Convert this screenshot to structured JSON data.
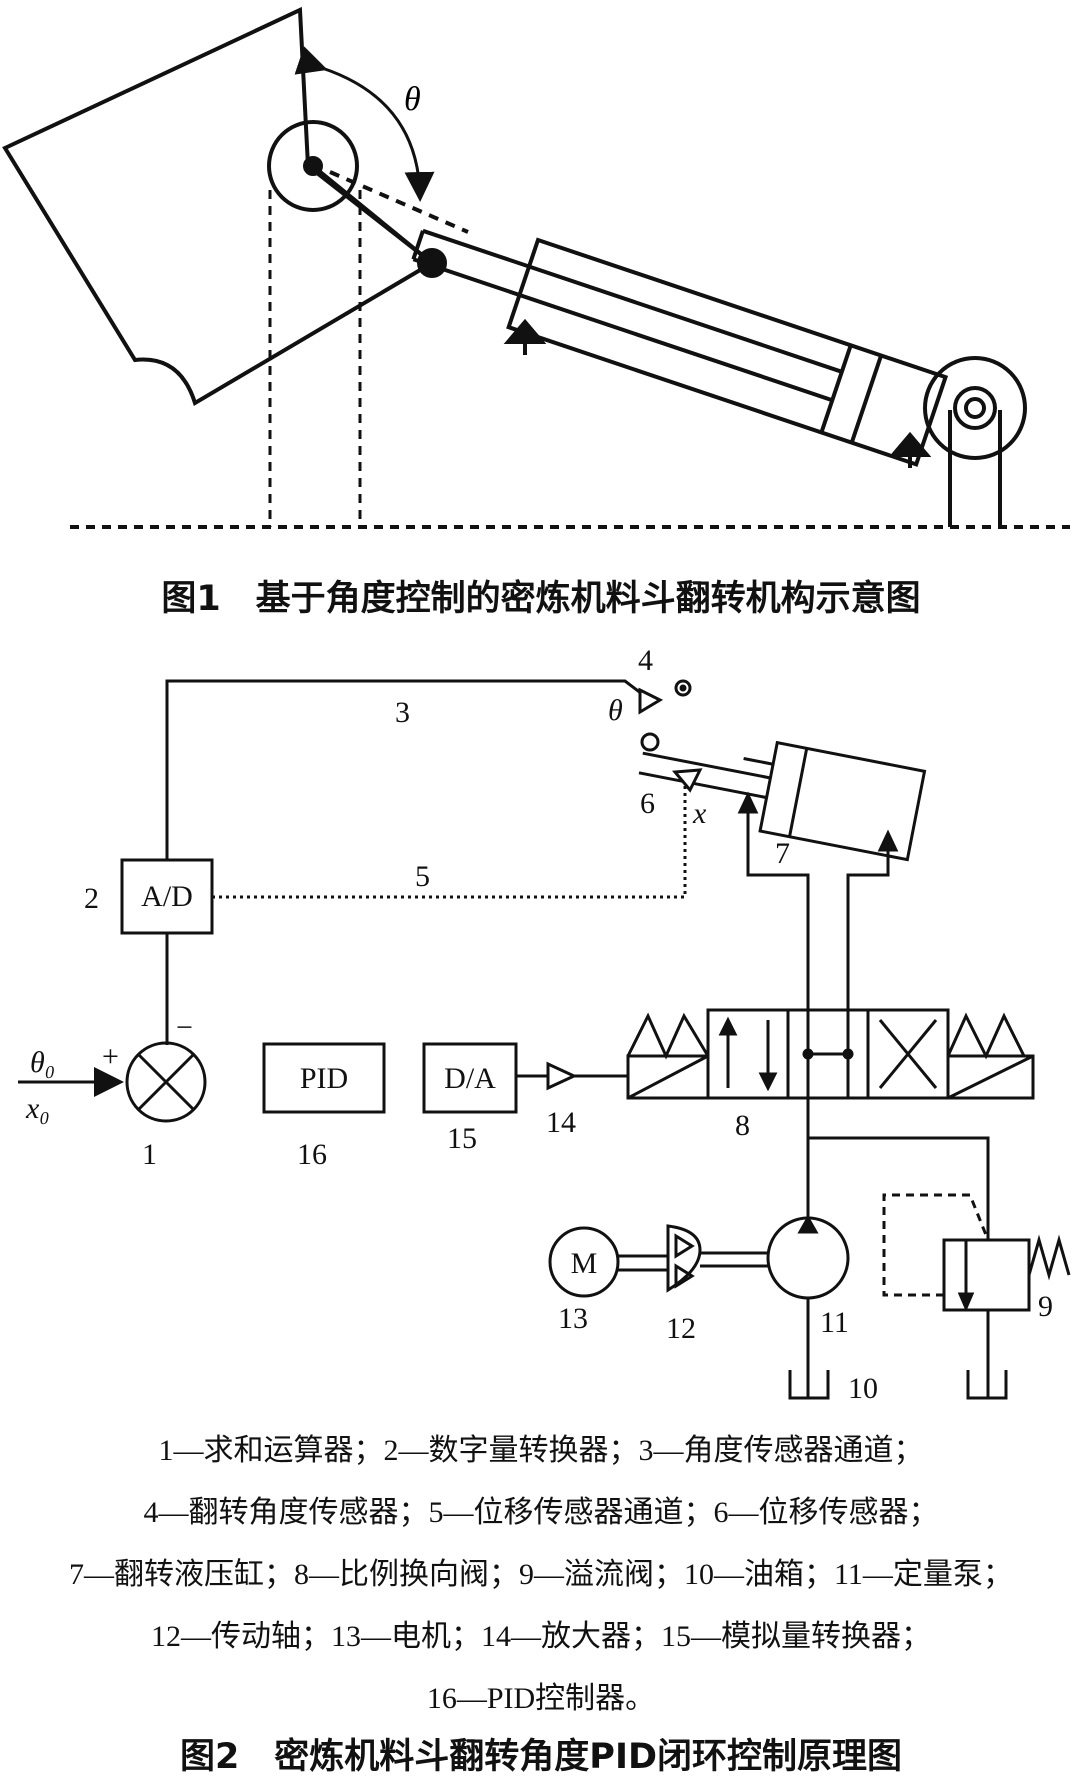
{
  "figure1": {
    "caption": "图1　基于角度控制的密炼机料斗翻转机构示意图",
    "theta_label": "θ"
  },
  "figure2": {
    "caption": "图2　密炼机料斗翻转角度PID闭环控制原理图",
    "blocks": {
      "ad": "A/D",
      "pid": "PID",
      "da": "D/A",
      "motor": "M"
    },
    "signals": {
      "theta": "θ",
      "x": "x",
      "theta0": "θ₀",
      "x0": "x₀",
      "plus": "+",
      "minus": "−"
    },
    "numbers": {
      "n1": "1",
      "n2": "2",
      "n3": "3",
      "n4": "4",
      "n5": "5",
      "n6": "6",
      "n7": "7",
      "n8": "8",
      "n9": "9",
      "n10": "10",
      "n11": "11",
      "n12": "12",
      "n13": "13",
      "n14": "14",
      "n15": "15",
      "n16": "16"
    },
    "legend": [
      "1—求和运算器；2—数字量转换器；3—角度传感器通道；",
      "4—翻转角度传感器；5—位移传感器通道；6—位移传感器；",
      "7—翻转液压缸；8—比例换向阀；9—溢流阀；10—油箱；11—定量泵；",
      "12—传动轴；13—电机；14—放大器；15—模拟量转换器；",
      "16—PID控制器。"
    ]
  }
}
